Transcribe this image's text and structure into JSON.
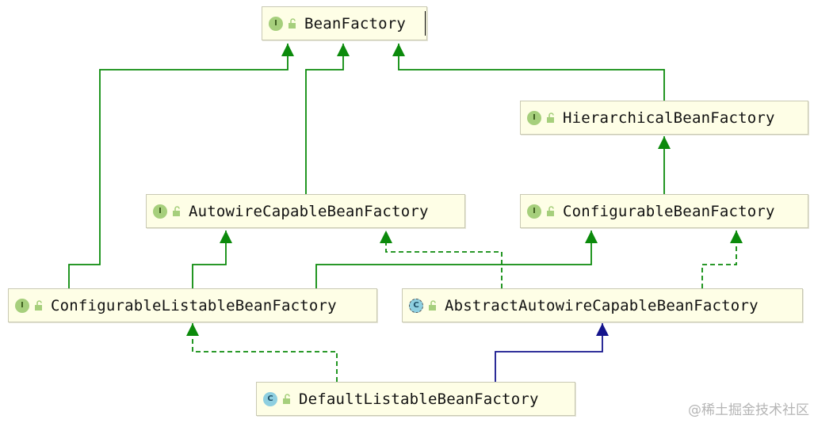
{
  "diagram": {
    "nodes": [
      {
        "id": "bf",
        "label": "BeanFactory",
        "kind": "interface",
        "badge": "I"
      },
      {
        "id": "hbf",
        "label": "HierarchicalBeanFactory",
        "kind": "interface",
        "badge": "I"
      },
      {
        "id": "acbf",
        "label": "AutowireCapableBeanFactory",
        "kind": "interface",
        "badge": "I"
      },
      {
        "id": "cbf",
        "label": "ConfigurableBeanFactory",
        "kind": "interface",
        "badge": "I"
      },
      {
        "id": "clbf",
        "label": "ConfigurableListableBeanFactory",
        "kind": "interface",
        "badge": "I"
      },
      {
        "id": "aacbf",
        "label": "AbstractAutowireCapableBeanFactory",
        "kind": "abstract",
        "badge": "C"
      },
      {
        "id": "dlbf",
        "label": "DefaultListableBeanFactory",
        "kind": "class",
        "badge": "C"
      }
    ],
    "edges": [
      {
        "from": "hbf",
        "to": "bf",
        "type": "extends"
      },
      {
        "from": "acbf",
        "to": "bf",
        "type": "extends"
      },
      {
        "from": "clbf",
        "to": "bf",
        "type": "extends"
      },
      {
        "from": "cbf",
        "to": "hbf",
        "type": "extends"
      },
      {
        "from": "clbf",
        "to": "acbf",
        "type": "extends"
      },
      {
        "from": "clbf",
        "to": "cbf",
        "type": "extends"
      },
      {
        "from": "aacbf",
        "to": "acbf",
        "type": "implements"
      },
      {
        "from": "aacbf",
        "to": "cbf",
        "type": "implements"
      },
      {
        "from": "dlbf",
        "to": "clbf",
        "type": "implements"
      },
      {
        "from": "dlbf",
        "to": "aacbf",
        "type": "class-extends"
      }
    ]
  },
  "colors": {
    "interface_inheritance": "#0b8a0b",
    "class_inheritance": "#14148c",
    "node_background": "#fefee6"
  },
  "watermark": "@稀土掘金技术社区"
}
